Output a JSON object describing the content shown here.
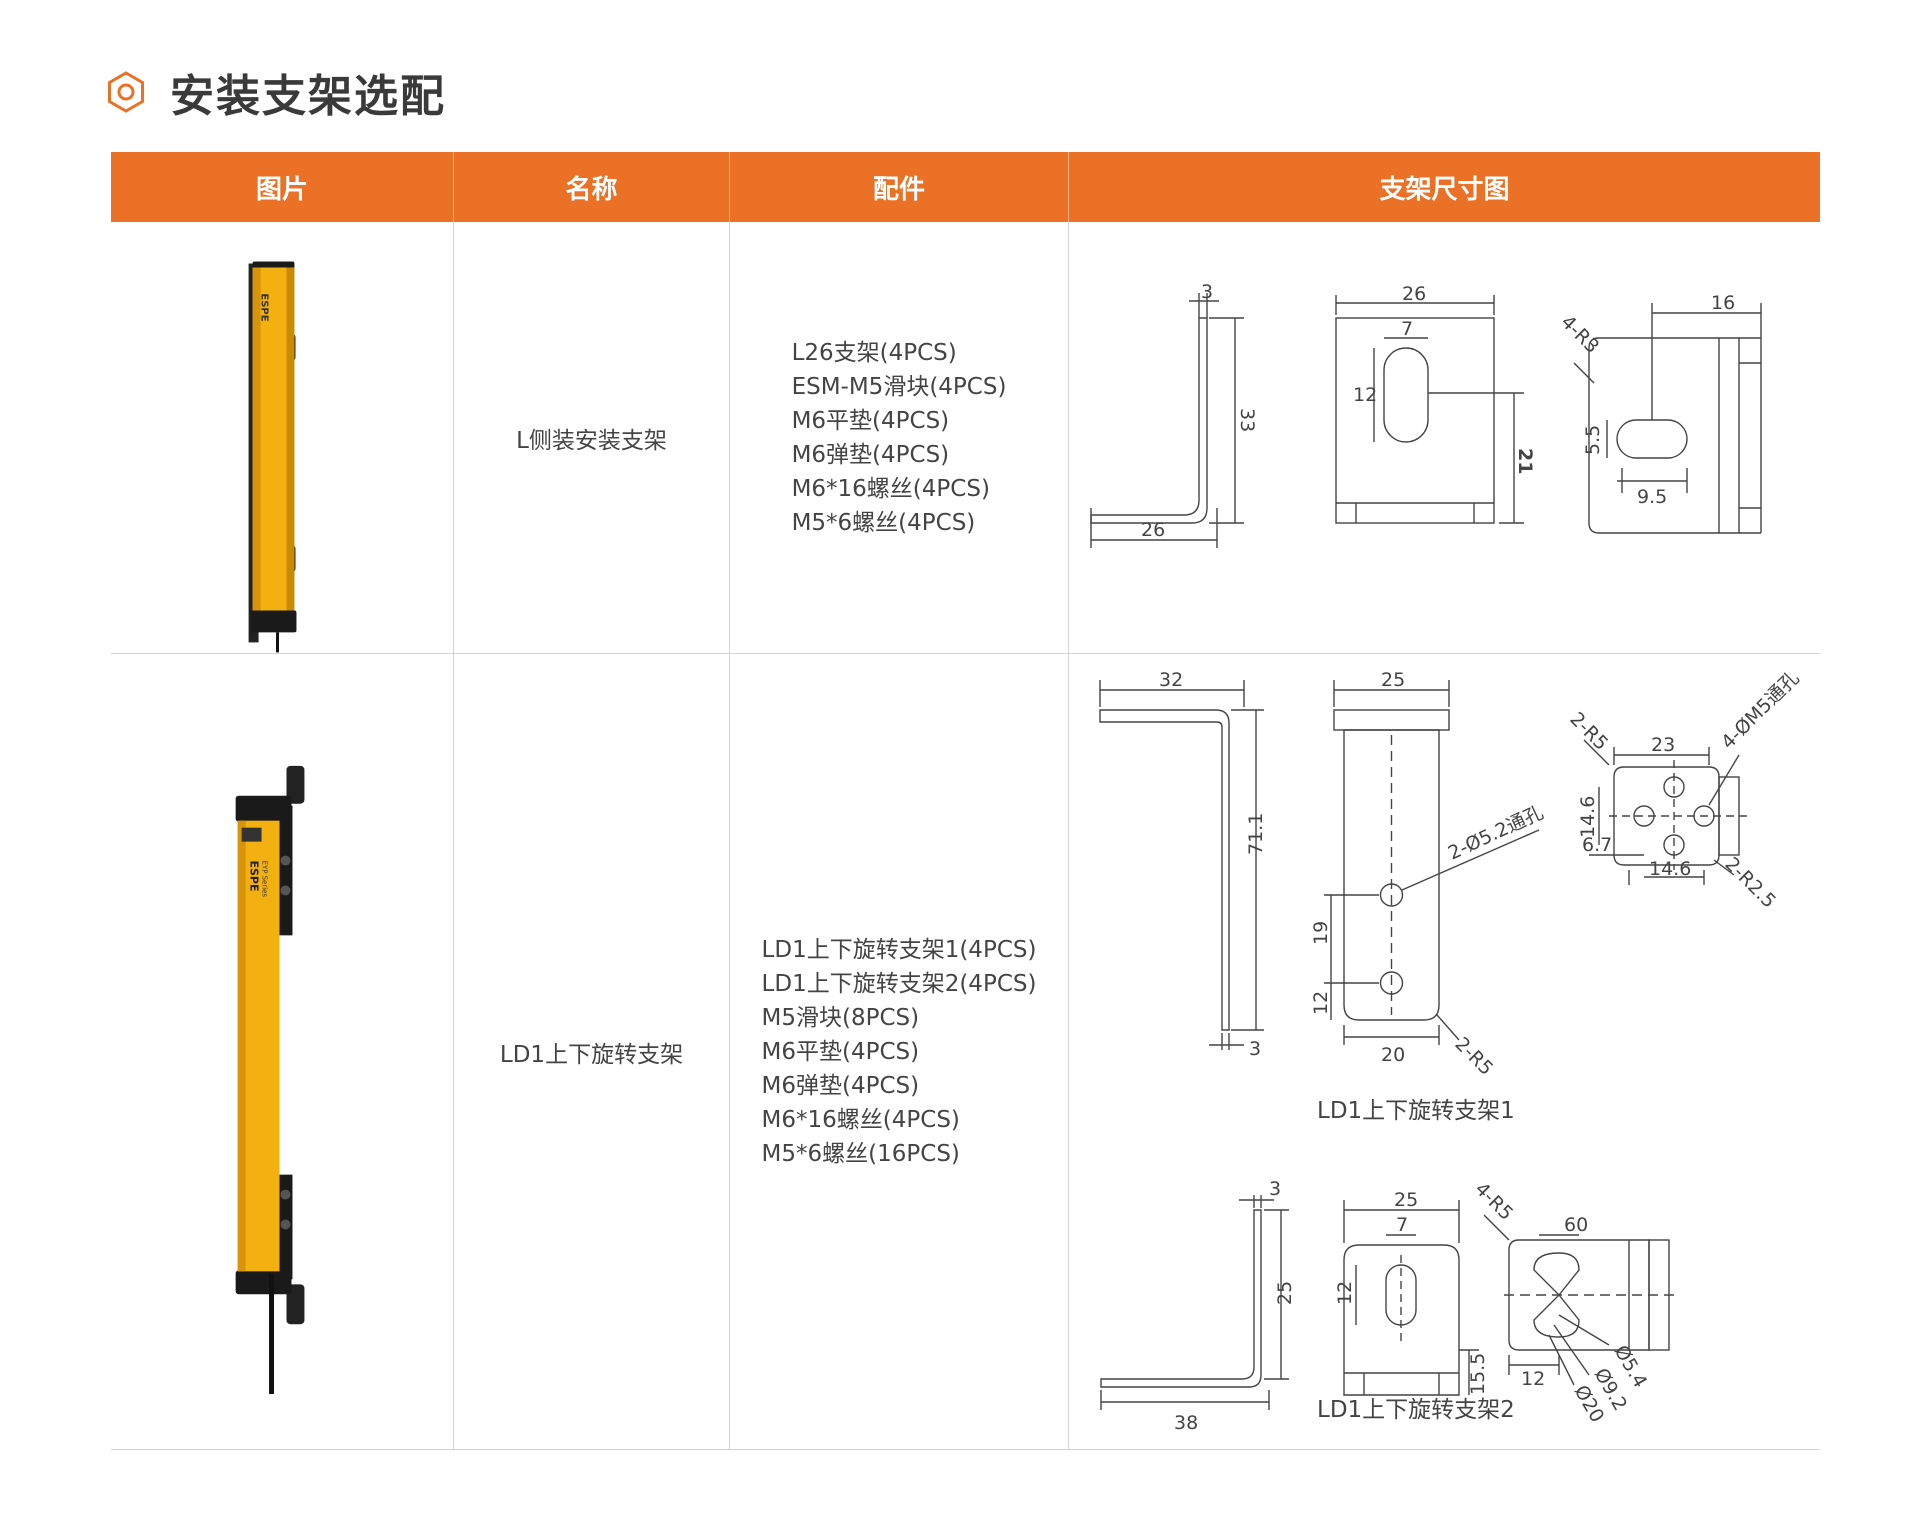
{
  "page": {
    "title": "安装支架选配"
  },
  "table": {
    "headers": [
      "图片",
      "名称",
      "配件",
      "支架尺寸图"
    ],
    "rows": [
      {
        "name": "L侧装安装支架",
        "accessories": [
          "L26支架(4PCS)",
          "ESM-M5滑块(4PCS)",
          "M6平垫(4PCS)",
          "M6弹垫(4PCS)",
          "M6*16螺丝(4PCS)",
          "M5*6螺丝(4PCS)"
        ],
        "device_label": "ESPE"
      },
      {
        "name": "LD1上下旋转支架",
        "accessories": [
          "LD1上下旋转支架1(4PCS)",
          "LD1上下旋转支架2(4PCS)",
          "M5滑块(8PCS)",
          "M6平垫(4PCS)",
          "M6弹垫(4PCS)",
          "M6*16螺丝(4PCS)",
          "M5*6螺丝(16PCS)"
        ],
        "device_label": "ESPE",
        "device_sublabel": "EYP Series",
        "caption_1": "LD1上下旋转支架1",
        "caption_2": "LD1上下旋转支架2"
      }
    ]
  },
  "dims": {
    "r1": {
      "a3": "3",
      "a33": "33",
      "a26b": "26",
      "b26": "26",
      "b7": "7",
      "b12": "12",
      "b21": "21",
      "c4r3": "4-R3",
      "c16": "16",
      "c55": "5.5",
      "c95": "9.5"
    },
    "r2a": {
      "a32": "32",
      "a711": "71.1",
      "a3": "3",
      "b25": "25",
      "bhole": "2-Ø5.2通孔",
      "b19": "19",
      "b12": "12",
      "b20": "20",
      "b2r5": "2-R5",
      "c2r5": "2-R5",
      "c23": "23",
      "c4m5": "4-ØM5通孔",
      "c146": "14.6",
      "c67": "6.7",
      "c146b": "14.6",
      "c2r25": "2-R2.5"
    },
    "r2b": {
      "a3": "3",
      "a25": "25",
      "a38": "38",
      "b25": "25",
      "b7": "7",
      "b12": "12",
      "b155": "15.5",
      "c4r5": "4-R5",
      "c60": "60",
      "c12": "12",
      "c54": "Ø5.4",
      "c92": "Ø9.2",
      "c20": "Ø20"
    }
  },
  "colors": {
    "accent": "#ea7125",
    "device_yellow": "#f2b111",
    "line": "#d4d4d4"
  }
}
